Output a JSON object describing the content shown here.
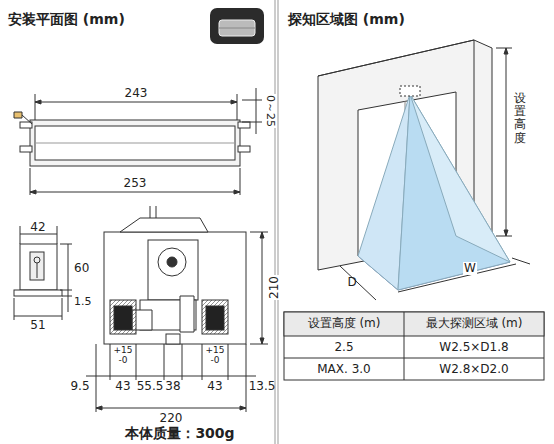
{
  "diagram": {
    "labels": [
      "安装平面图 (mm)",
      "243",
      "0～25",
      "253",
      "42",
      "60",
      "1.5",
      "51",
      "210",
      "+15",
      "-0",
      "+15",
      "-0",
      "9.5",
      "43",
      "55.5",
      "38",
      "43",
      "13.5",
      "220",
      "本体质量：300g",
      "探知区域图 (mm)",
      "设置高度",
      "D",
      "W",
      "设置高度 (m)",
      "最大探测区域 (m)",
      "2.5",
      "W2.5×D1.8",
      "MAX. 3.0",
      "W2.8×D2.0"
    ]
  }
}
